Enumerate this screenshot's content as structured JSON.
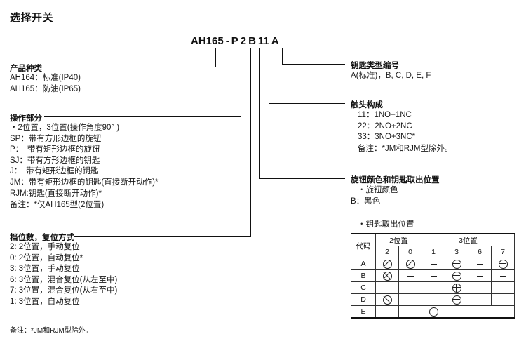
{
  "page": {
    "title": "选择开关"
  },
  "model_code": {
    "parts": [
      {
        "id": "series",
        "text": "AH165",
        "underline": true
      },
      {
        "id": "dash",
        "text": "-",
        "underline": false
      },
      {
        "id": "operator",
        "text": "P",
        "underline": true
      },
      {
        "id": "positions",
        "text": "2",
        "underline": true
      },
      {
        "id": "color",
        "text": "B",
        "underline": true
      },
      {
        "id": "contacts",
        "text": "11",
        "underline": true
      },
      {
        "id": "keytype",
        "text": "A",
        "underline": true
      }
    ],
    "full": "AH165 - P 2 B 11 A"
  },
  "left_sections": [
    {
      "id": "product-type",
      "heading": "产品种类",
      "lines": [
        "AH164：标准(IP40)",
        "AH165：防油(IP65)"
      ]
    },
    {
      "id": "operating-part",
      "heading": "操作部分",
      "lines": [
        "・2位置，3位置(操作角度90°  )",
        "SP：带有方形边框的旋钮",
        "P：　带有矩形边框的旋钮",
        "SJ：带有方形边框的钥匙",
        "J：　带有矩形边框的钥匙",
        "JM：带有矩形边框的钥匙(直接断开动作)*",
        "RJM:钥匙(直接断开动作)*",
        "备注：*仅AH165型(2位置)"
      ]
    },
    {
      "id": "positions-reset",
      "heading": "档位数，复位方式",
      "lines": [
        "2: 2位置，手动复位",
        "0: 2位置，自动复位*",
        "3: 3位置，手动复位",
        "6: 3位置，混合复位(从左至中)",
        "7: 3位置，混合复位(从右至中)",
        "1: 3位置，自动复位"
      ],
      "note": "备注：*JM和RJM型除外。"
    }
  ],
  "right_sections": [
    {
      "id": "key-type-number",
      "heading": "钥匙类型编号",
      "lines": [
        "A(标准)，B, C, D, E, F"
      ]
    },
    {
      "id": "contact-composition",
      "heading": "触头构成",
      "lines": [
        "11：1NO+1NC",
        "22：2NO+2NC",
        "33：3NO+3NC*",
        "备注：*JM和RJM型除外。"
      ]
    },
    {
      "id": "knob-color-key-position",
      "heading": "旋钮颜色和钥匙取出位置",
      "lines": [
        "・旋钮颜色",
        "B：黑色"
      ],
      "subheading": "・钥匙取出位置"
    }
  ],
  "key_table": {
    "header": {
      "code_label": "代码",
      "group2_label": "2位置",
      "group3_label": "3位置",
      "columns_2pos": [
        "2",
        "0"
      ],
      "columns_3pos": [
        "1",
        "3",
        "6",
        "7"
      ]
    },
    "rows": [
      {
        "code": "A",
        "cells": [
          "slash-b",
          "slash-b",
          "dash",
          "bar-h",
          "dash",
          "bar-h"
        ]
      },
      {
        "code": "B",
        "cells": [
          "cross-x",
          "dash",
          "dash",
          "bar-h",
          "dash",
          "dash"
        ]
      },
      {
        "code": "C",
        "cells": [
          "dash",
          "dash",
          "dash",
          "plus",
          "dash",
          "dash"
        ]
      },
      {
        "code": "D",
        "cells": [
          "slash-f",
          "dash",
          "dash",
          "bar-h",
          "merged",
          "dash"
        ]
      },
      {
        "code": "E",
        "cells": [
          "dash",
          "dash",
          "bar-v",
          "merged",
          "merged",
          "merged"
        ]
      }
    ]
  },
  "colors": {
    "ink": "#1a1a1a",
    "rule": "#111111",
    "background": "#ffffff"
  }
}
